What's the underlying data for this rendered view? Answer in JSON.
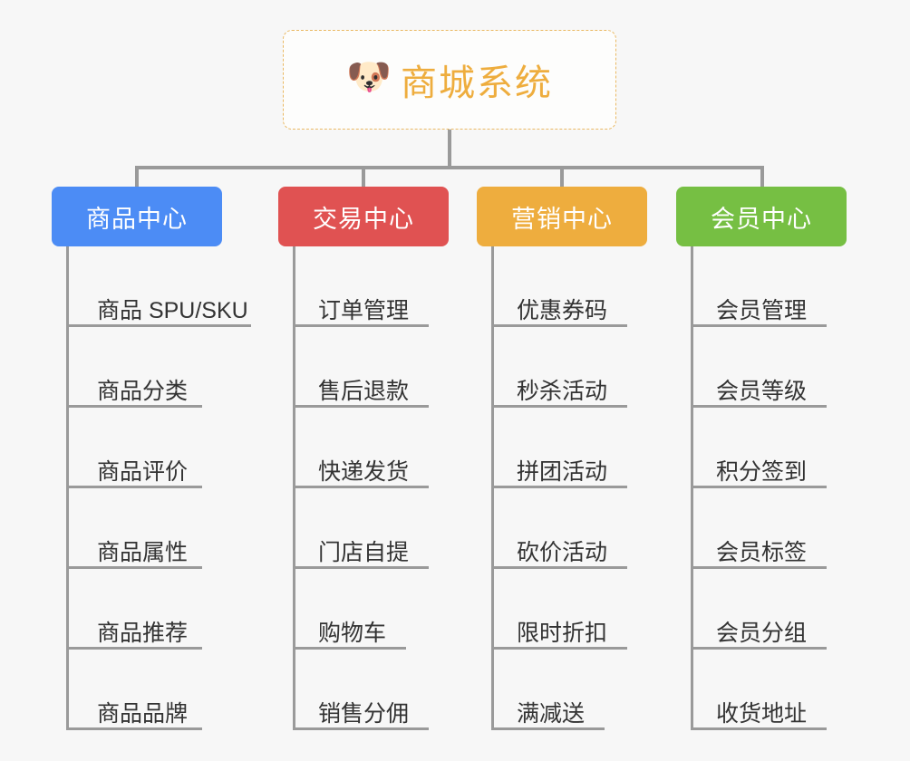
{
  "page": {
    "background_color": "#f7f7f7",
    "type": "mind-map"
  },
  "root": {
    "icon": "shiba-dog-face-emoji",
    "emoji": "🐶",
    "title": "商城系统",
    "text_color": "#eead3e",
    "border_color": "#eab963",
    "background_color": "#fdfdfc"
  },
  "connector_color": "#9a9a9a",
  "branches": [
    {
      "label": "商品中心",
      "color": "#4c8cf5",
      "leaves": [
        "商品 SPU/SKU",
        "商品分类",
        "商品评价",
        "商品属性",
        "商品推荐",
        "商品品牌"
      ]
    },
    {
      "label": "交易中心",
      "color": "#e05252",
      "leaves": [
        "订单管理",
        "售后退款",
        "快递发货",
        "门店自提",
        "购物车",
        "销售分佣"
      ]
    },
    {
      "label": "营销中心",
      "color": "#eead3e",
      "leaves": [
        "优惠券码",
        "秒杀活动",
        "拼团活动",
        "砍价活动",
        "限时折扣",
        "满减送"
      ]
    },
    {
      "label": "会员中心",
      "color": "#76bf43",
      "leaves": [
        "会员管理",
        "会员等级",
        "积分签到",
        "会员标签",
        "会员分组",
        "收货地址"
      ]
    }
  ]
}
